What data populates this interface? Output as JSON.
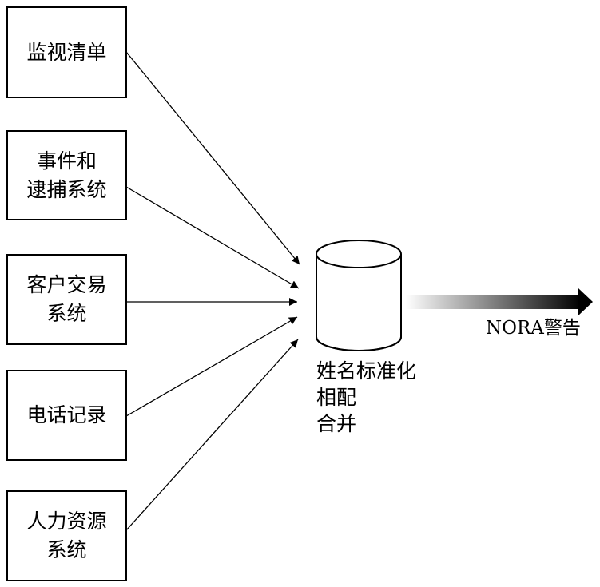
{
  "sources": [
    {
      "id": "watchlist",
      "label": "监视清单"
    },
    {
      "id": "incident-arrest",
      "label": "事件和\n逮捕系统"
    },
    {
      "id": "customer-transaction",
      "label": "客户交易\n系统"
    },
    {
      "id": "phone-records",
      "label": "电话记录"
    },
    {
      "id": "hr",
      "label": "人力资源\n系统"
    }
  ],
  "hub": {
    "label": "姓名标准化\n相配\n合并"
  },
  "output": {
    "label": "NORA警告"
  },
  "colors": {
    "stroke": "#000000",
    "background": "#ffffff",
    "gradient_start": "#ffffff",
    "gradient_end": "#000000"
  }
}
